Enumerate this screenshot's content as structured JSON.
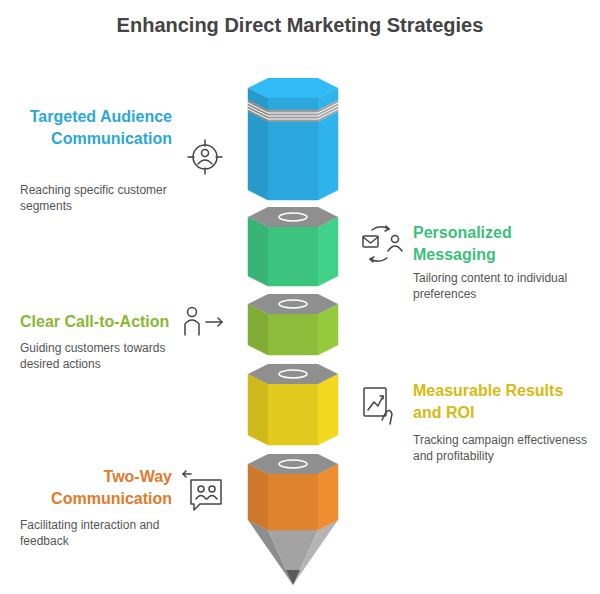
{
  "diagram": {
    "title": "Enhancing Direct Marketing Strategies",
    "nodes": [
      {
        "text": [
          "Targeted Audience Communication",
          "Reaching specific customer segments"
        ]
      },
      {
        "text": [
          "Personalized Messaging",
          "Tailoring content to individual preferences"
        ]
      },
      {
        "text": [
          "Clear Call-to-Action",
          "Guiding customers towards desired actions"
        ]
      },
      {
        "text": [
          "Measurable Results and ROI",
          "Tracking campaign effectiveness and profitability"
        ]
      },
      {
        "text": [
          "Two-Way Communication",
          "Facilitating interaction and feedback"
        ]
      }
    ]
  }
}
